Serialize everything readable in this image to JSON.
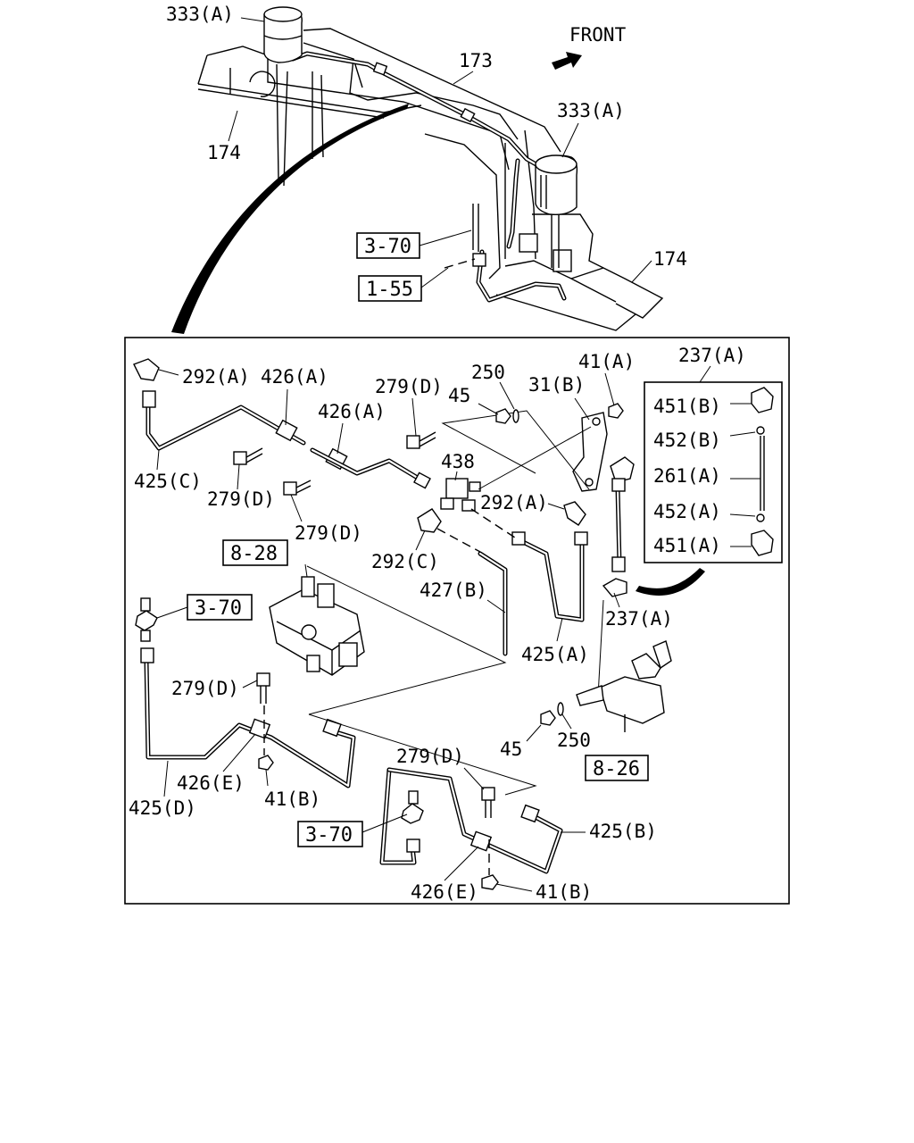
{
  "front_label": "FRONT",
  "top_labels": {
    "tank_top_left": "333(A)",
    "member_173": "173",
    "tank_right": "333(A)",
    "frame_left": "174",
    "frame_right": "174"
  },
  "top_refs": {
    "ref_3_70": "3-70",
    "ref_1_55": "1-55"
  },
  "detail_labels": {
    "l292A_1": "292(A)",
    "l426A_1": "426(A)",
    "l279D_1": "279(D)",
    "l250_1": "250",
    "l45_1": "45",
    "l41A": "41(A)",
    "l31B": "31(B)",
    "l237A_top": "237(A)",
    "l426A_2": "426(A)",
    "l438": "438",
    "l425C": "425(C)",
    "l279D_2": "279(D)",
    "l279D_3": "279(D)",
    "l292A_2": "292(A)",
    "l292C": "292(C)",
    "l427B": "427(B)",
    "l425A": "425(A)",
    "l237A_mid": "237(A)",
    "l279D_4": "279(D)",
    "l426E_1": "426(E)",
    "l425D": "425(D)",
    "l41B_1": "41(B)",
    "l45_2": "45",
    "l250_2": "250",
    "l279D_5": "279(D)",
    "l425B": "425(B)",
    "l426E_2": "426(E)",
    "l41B_2": "41(B)"
  },
  "inset_labels": {
    "l451B": "451(B)",
    "l452B": "452(B)",
    "l261A": "261(A)",
    "l452A": "452(A)",
    "l451A": "451(A)"
  },
  "detail_refs": {
    "ref_8_28": "8-28",
    "ref_3_70_a": "3-70",
    "ref_8_26": "8-26",
    "ref_3_70_b": "3-70"
  }
}
